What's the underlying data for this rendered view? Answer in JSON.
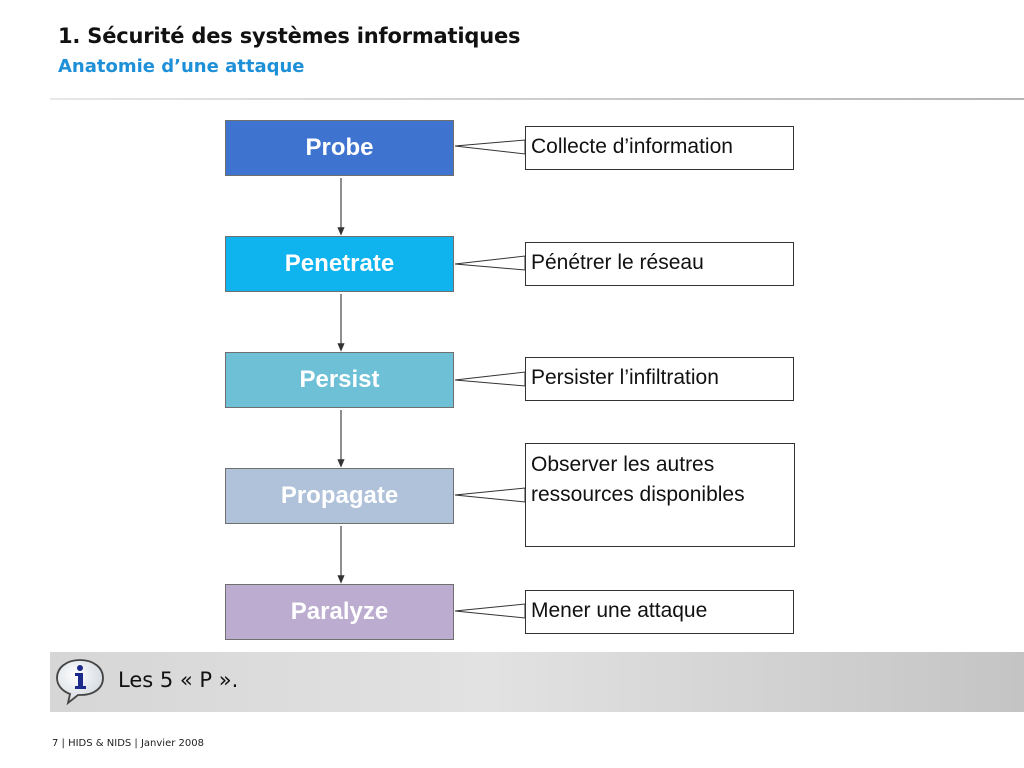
{
  "slide": {
    "title": "1. Sécurité des systèmes informatiques",
    "subtitle": "Anatomie d’une attaque"
  },
  "stages": [
    {
      "label": "Probe",
      "description": "Collecte d’information",
      "color": "#3e74d0",
      "text_color": "#ffffff"
    },
    {
      "label": "Penetrate",
      "description": "Pénétrer le réseau",
      "color": "#0fb3ee",
      "text_color": "#ffffff"
    },
    {
      "label": "Persist",
      "description": "Persister l’infiltration",
      "color": "#6dc0d6",
      "text_color": "#ffffff"
    },
    {
      "label": "Propagate",
      "description": "Observer les autres ressources disponibles",
      "color": "#b0c2da",
      "text_color": "#ffffff"
    },
    {
      "label": "Paralyze",
      "description": "Mener une attaque",
      "color": "#bcacd0",
      "text_color": "#ffffff"
    }
  ],
  "note": {
    "icon": "info-speech-bubble-icon",
    "text": "Les 5 « P »."
  },
  "footer": {
    "text": "7 | HIDS & NIDS | Janvier 2008"
  }
}
